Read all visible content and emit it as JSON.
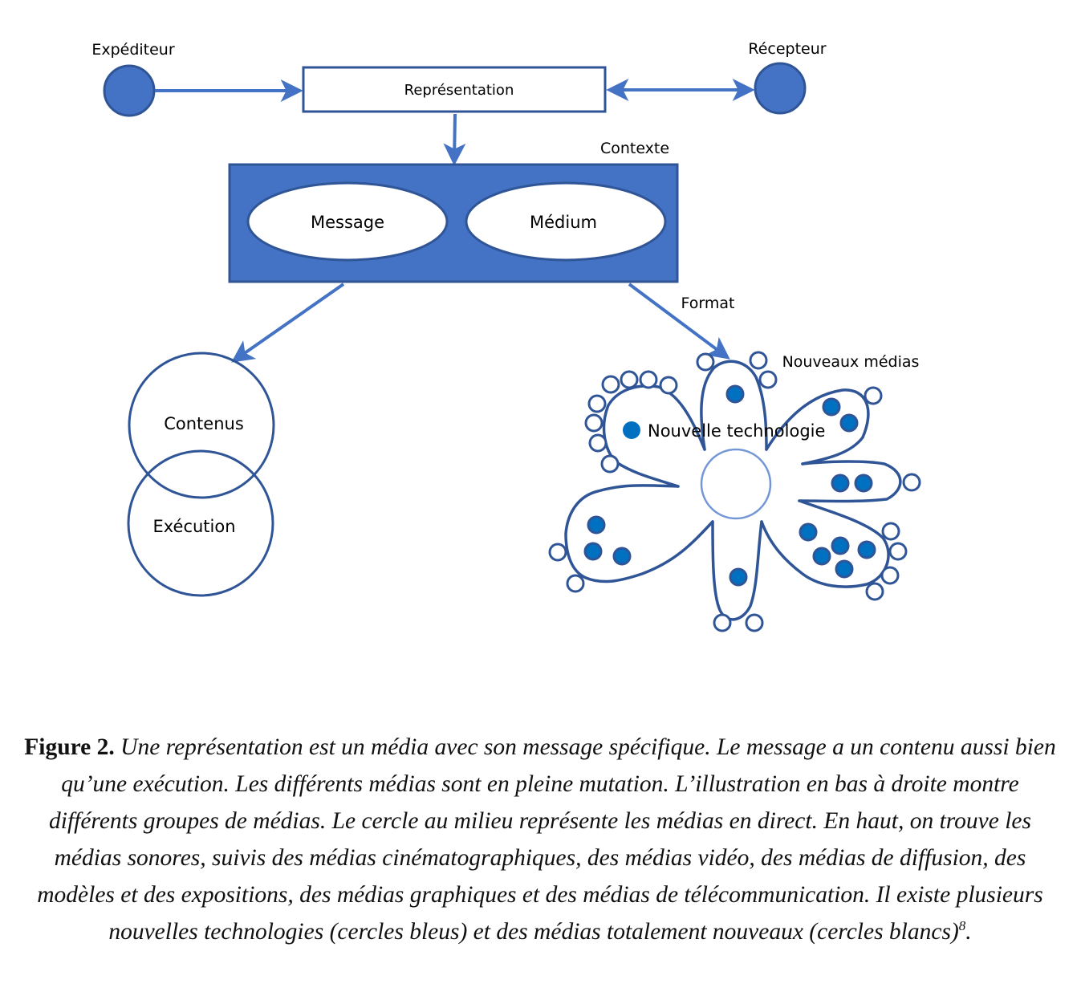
{
  "colors": {
    "fill_blue": "#4472C4",
    "stroke_dark_blue": "#2F5597",
    "dot_blue": "#0070C0",
    "center_circle": "#7397D6",
    "text": "#000000"
  },
  "diagram": {
    "sender": {
      "label": "Expéditeur"
    },
    "receiver": {
      "label": "Récepteur"
    },
    "representation": {
      "label": "Représentation"
    },
    "context": {
      "label": "Contexte",
      "message": "Message",
      "medium": "Médium"
    },
    "format_label": "Format",
    "venn": {
      "top": "Contenus",
      "bottom": "Exécution"
    },
    "flower": {
      "new_media_label": "Nouveaux médias",
      "new_technology_label": "Nouvelle technologie",
      "petals": [
        {
          "position": "top",
          "new_technologies": 1,
          "new_media": 3
        },
        {
          "position": "top-right",
          "new_technologies": 2,
          "new_media": 1
        },
        {
          "position": "right",
          "new_technologies": 2,
          "new_media": 1
        },
        {
          "position": "bottom-right",
          "new_technologies": 5,
          "new_media": 4
        },
        {
          "position": "bottom",
          "new_technologies": 1,
          "new_media": 2
        },
        {
          "position": "bottom-left",
          "new_technologies": 3,
          "new_media": 2
        },
        {
          "position": "top-left",
          "new_technologies": 1,
          "new_media": 8
        }
      ]
    }
  },
  "caption": {
    "figure_label": "Figure 2.",
    "text": "Une représentation est un média avec son message spécifique. Le message a un contenu aussi bien qu’une exécution. Les différents médias sont en pleine mutation. L’illustration en bas à droite montre différents groupes de médias. Le cercle au milieu représente les médias en direct. En haut, on trouve les médias sonores, suivis des médias cinématographiques, des médias vidéo, des médias de diffusion, des modèles et des expositions, des médias graphiques et des médias de télécommunication. Il existe plusieurs nouvelles technologies (cercles bleus) et des médias totalement nouveaux (cercles blancs)",
    "footnote_ref": "8",
    "end": "."
  }
}
